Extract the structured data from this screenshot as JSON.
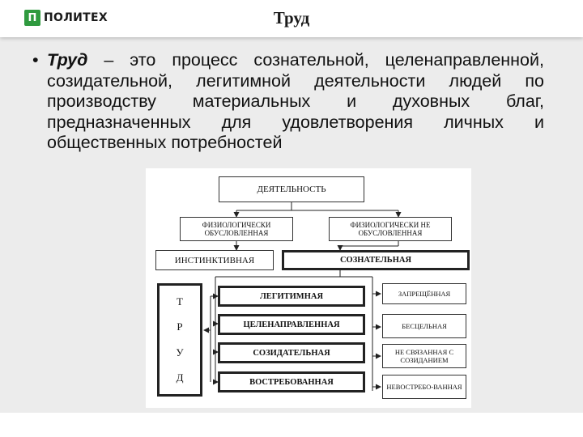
{
  "header": {
    "logo_mark": "П",
    "logo_text": "ПОЛИТЕХ",
    "title": "Труд"
  },
  "definition": {
    "bullet": "•",
    "term": "Труд",
    "text": " – это процесс сознательной, целенаправленной, созидательной, легитимной деятельности людей по производству материальных и духовных благ, предназначенных для удовлетворения личных и общественных потребностей"
  },
  "diagram": {
    "root": "ДЕЯТЕЛЬНОСТЬ",
    "left_branch": "ФИЗИОЛОГИЧЕСКИ ОБУСЛОВЛЕННАЯ",
    "right_branch": "ФИЗИОЛОГИЧЕСКИ НЕ ОБУСЛОВЛЕННАЯ",
    "instinctive": "ИНСТИНКТИВНАЯ",
    "conscious": "СОЗНАТЕЛЬНАЯ",
    "labor_letters": [
      "Т",
      "Р",
      "У",
      "Д"
    ],
    "positive": [
      "ЛЕГИТИМНАЯ",
      "ЦЕЛЕНАПРАВЛЕННАЯ",
      "СОЗИДАТЕЛЬНАЯ",
      "ВОСТРЕБОВАННАЯ"
    ],
    "negative": [
      "ЗАПРЕЩЁННАЯ",
      "БЕСЦЕЛЬНАЯ",
      "НЕ СВЯЗАННАЯ С СОЗИДАНИЕМ",
      "НЕВОСТРЕБО-ВАННАЯ"
    ]
  }
}
